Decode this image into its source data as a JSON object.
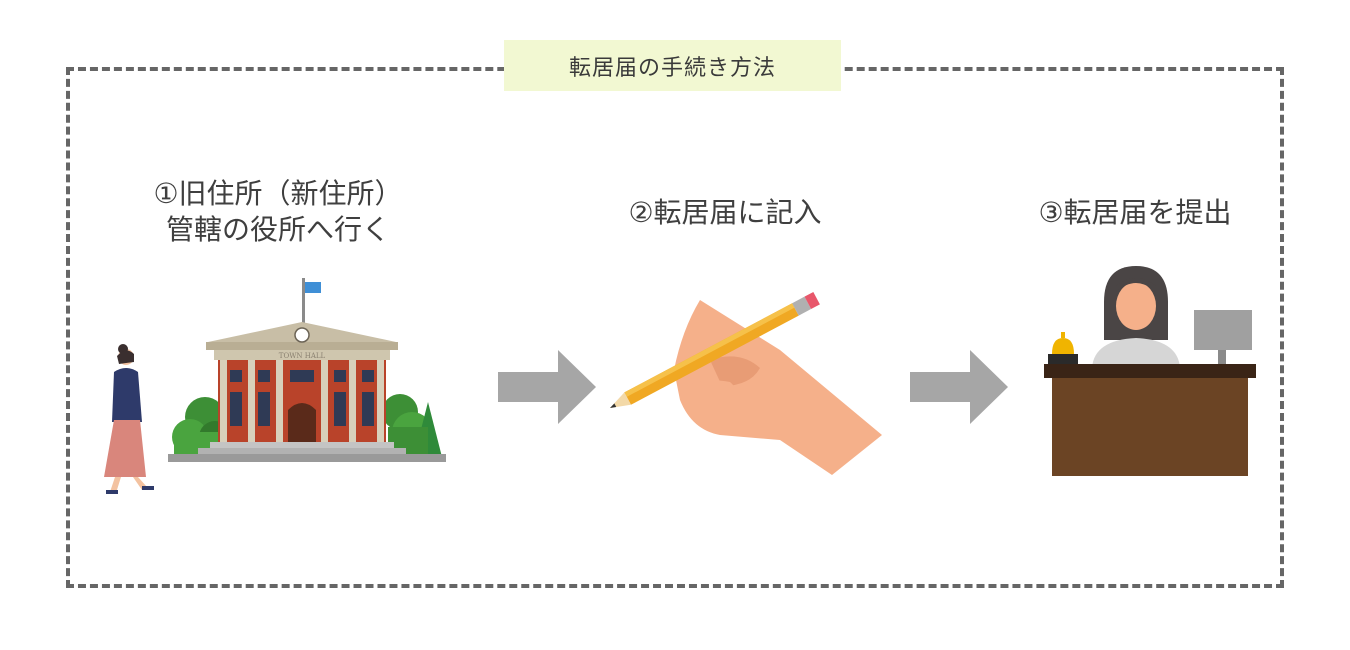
{
  "title": "転居届の手続き方法",
  "steps": [
    {
      "line1": "①旧住所（新住所）",
      "line2": "管轄の役所へ行く",
      "illustration": "person-walking-to-town-hall"
    },
    {
      "line1": "②転居届に記入",
      "illustration": "hand-writing-with-pencil"
    },
    {
      "line1": "③転居届を提出",
      "illustration": "clerk-at-reception-desk"
    }
  ],
  "building_sign": "TOWN HALL",
  "colors": {
    "frame": "#666666",
    "title_bg": "#f2f8d2",
    "arrow": "#a6a6a6",
    "brick": "#b9432a",
    "desk": "#6b4424",
    "skin": "#f5b08a",
    "pencil": "#f0a823"
  }
}
